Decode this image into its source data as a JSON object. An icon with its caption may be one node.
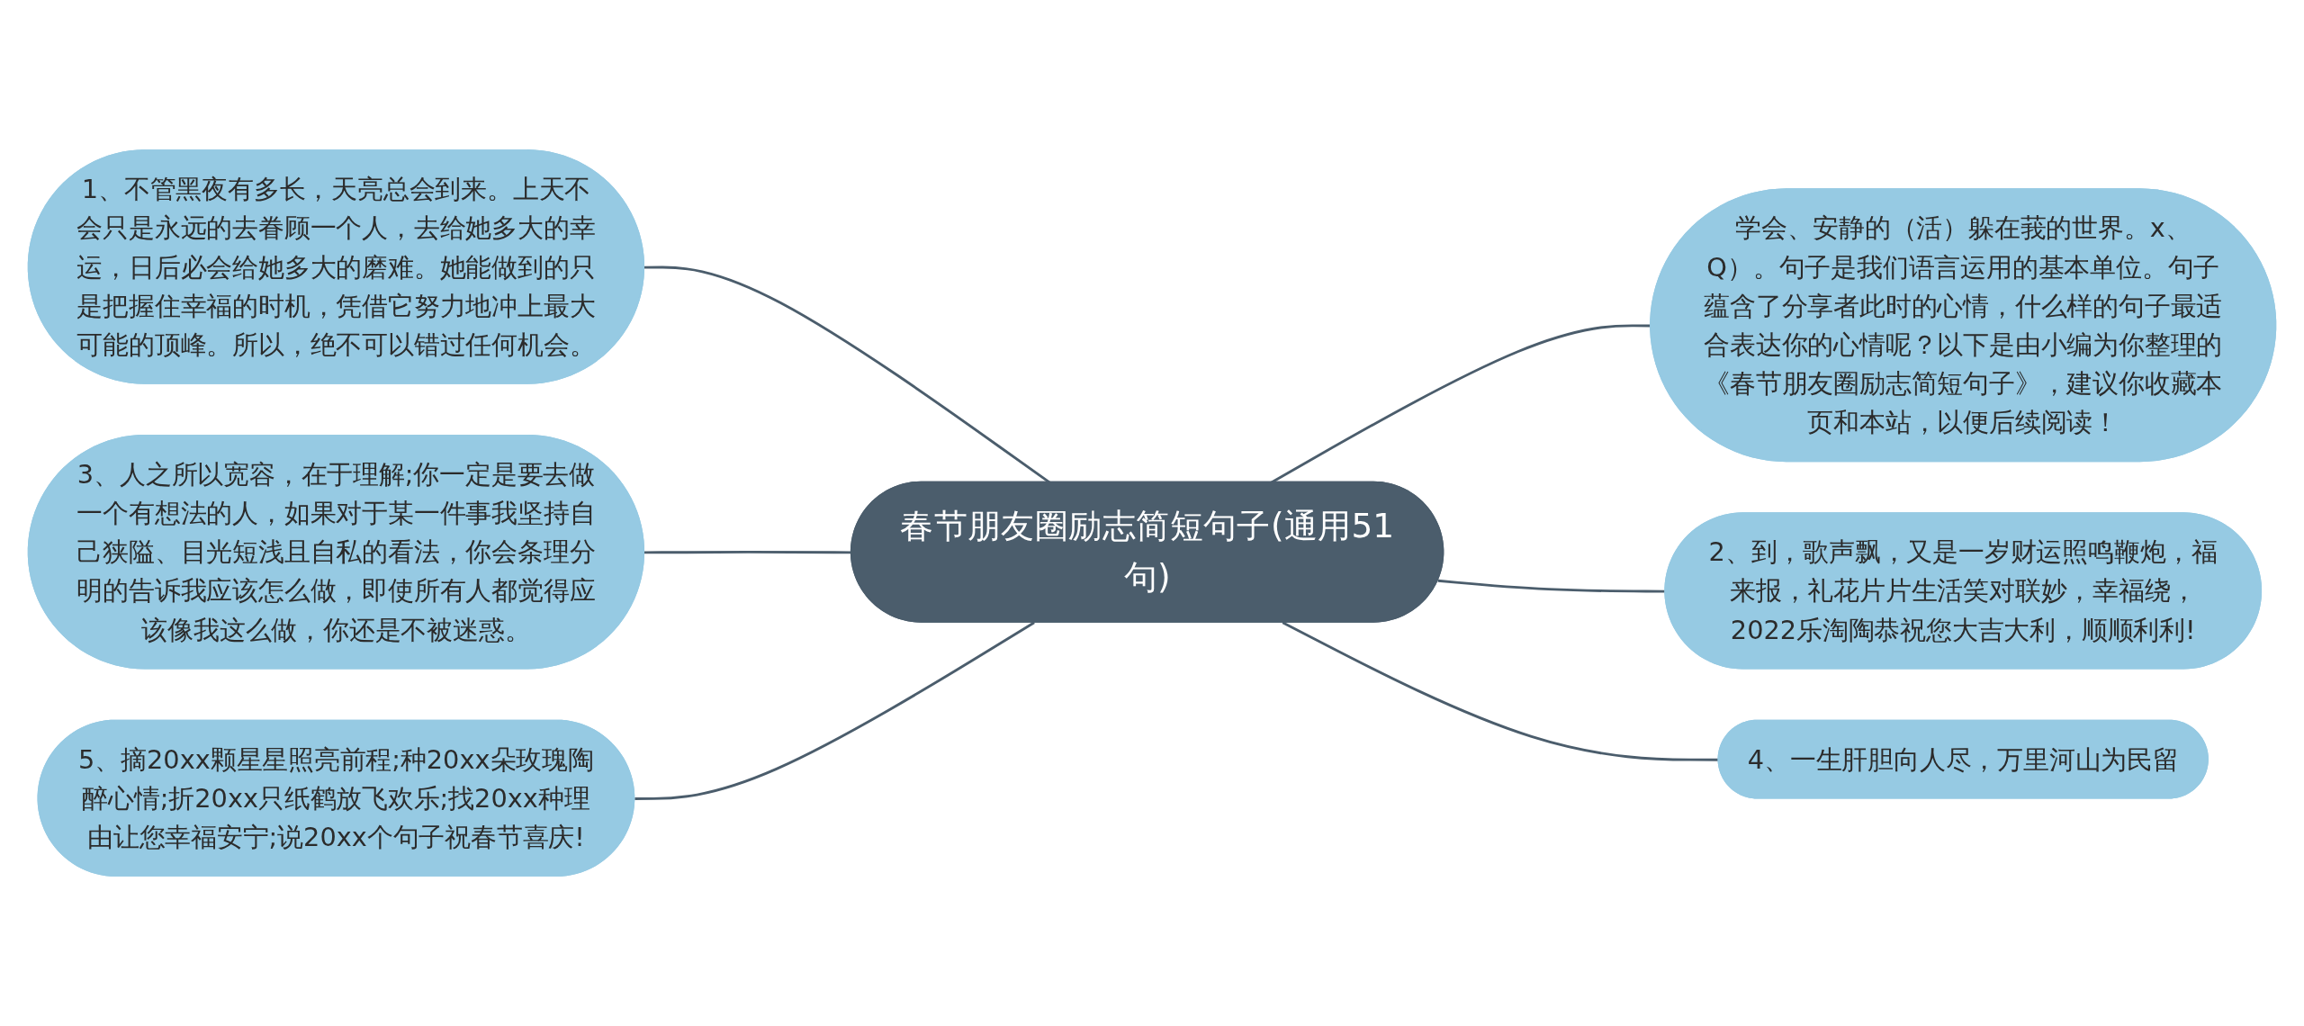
{
  "diagram": {
    "nodes": [
      {
        "text": [
          "春节朋友圈励志简短句子(通用51句)"
        ]
      },
      {
        "text": [
          "1、不管黑夜有多长，天亮总会到来。上天不会只是永远的去眷顾一个人，去给她多大的幸运，日后必会给她多大的磨难。她能做到的只是把握住幸福的时机，凭借它努力地冲上最大可能的顶峰。所以，绝不可以错过任何机会。"
        ]
      },
      {
        "text": [
          "3、人之所以宽容，在于理解;你一定是要去做一个有想法的人，如果对于某一件事我坚持自己狭隘、目光短浅且自私的看法，你会条理分明的告诉我应该怎么做，即使所有人都觉得应该像我这么做，你还是不被迷惑。"
        ]
      },
      {
        "text": [
          "5、摘20xx颗星星照亮前程;种20xx朵玫瑰陶醉心情;折20xx只纸鹤放飞欢乐;找20xx种理由让您幸福安宁;说20xx个句子祝春节喜庆!"
        ]
      },
      {
        "text": [
          "学会、安静的（活）躲在莪的世界。x、Q）。句子是我们语言运用的基本单位。句子蕴含了分享者此时的心情，什么样的句子最适合表达你的心情呢？以下是由小编为你整理的《春节朋友圈励志简短句子》，建议你收藏本页和本站，以便后续阅读！"
        ]
      },
      {
        "text": [
          "2、到，歌声飘，又是一岁财运照鸣鞭炮，福来报，礼花片片生活笑对联妙，幸福绕，2022乐淘陶恭祝您大吉大利，顺顺利利!"
        ]
      },
      {
        "text": [
          "4、一生肝胆向人尽，万里河山为民留"
        ]
      }
    ],
    "edges": [
      {
        "from": 0,
        "to": 1,
        "arrow": "none"
      },
      {
        "from": 0,
        "to": 2,
        "arrow": "none"
      },
      {
        "from": 0,
        "to": 3,
        "arrow": "none"
      },
      {
        "from": 0,
        "to": 4,
        "arrow": "none"
      },
      {
        "from": 0,
        "to": 5,
        "arrow": "none"
      },
      {
        "from": 0,
        "to": 6,
        "arrow": "none"
      }
    ]
  }
}
